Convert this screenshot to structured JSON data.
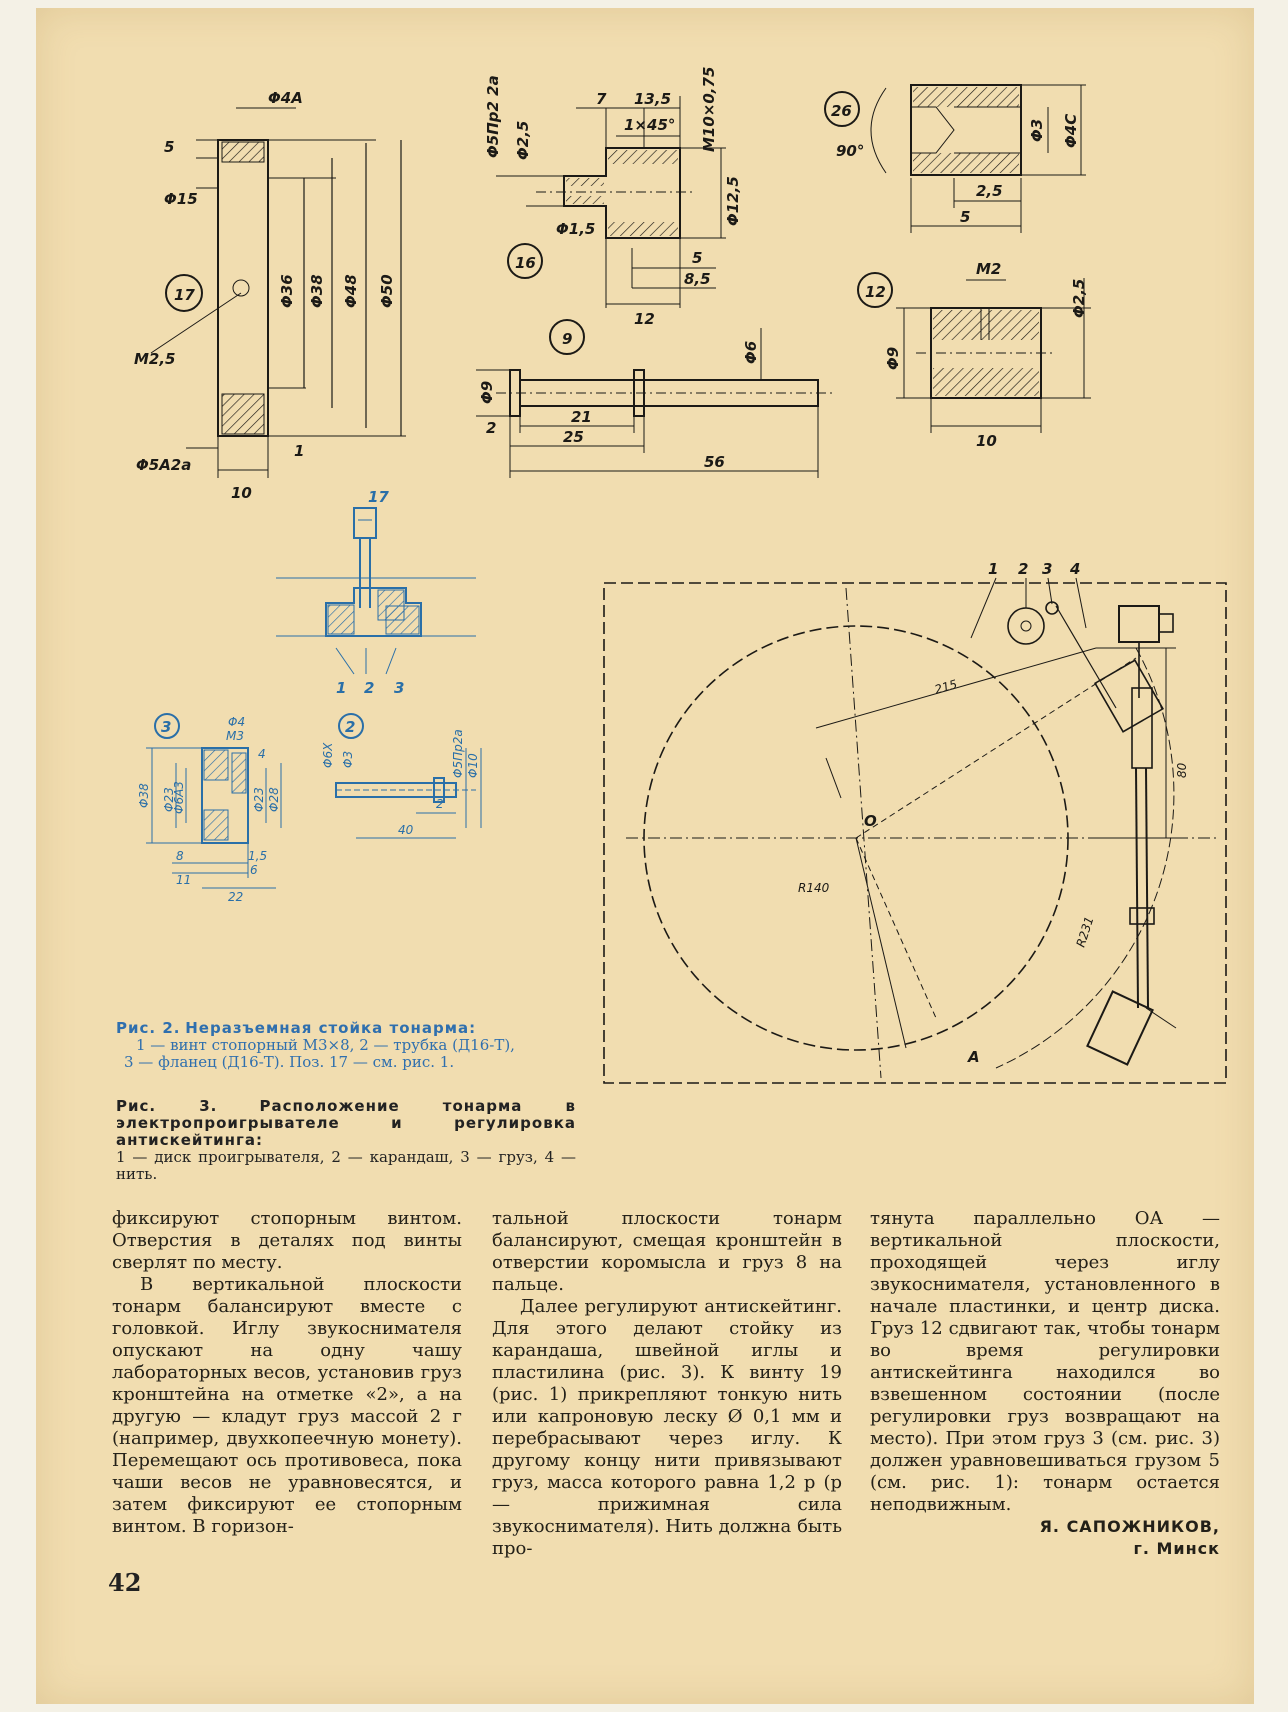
{
  "figure_labels": {
    "fig17": {
      "num": "17",
      "dims": [
        "Φ4А",
        "5",
        "Φ15",
        "Φ36",
        "Φ38",
        "Φ48",
        "Φ50",
        "М2,5",
        "1",
        "Φ5А2а",
        "10"
      ]
    },
    "fig16": {
      "num": "16",
      "dims": [
        "Φ5Пр2 2а",
        "Φ2,5",
        "7",
        "13,5",
        "1×45°",
        "М10×0,75",
        "Φ12,5",
        "Φ1,5",
        "5",
        "8,5",
        "12"
      ]
    },
    "fig26": {
      "num": "26",
      "dims": [
        "90°",
        "Φ3",
        "Φ4С",
        "2,5",
        "5"
      ]
    },
    "fig9": {
      "num": "9",
      "dims": [
        "Φ9",
        "Φ6",
        "2",
        "21",
        "25",
        "56"
      ]
    },
    "fig12": {
      "num": "12",
      "dims": [
        "М2",
        "Φ2,5",
        "Φ9",
        "10"
      ]
    },
    "fig2": {
      "top_label": "17",
      "parts": [
        "1",
        "2",
        "3"
      ],
      "left_num": "3",
      "right_num": "2",
      "dims": [
        "Φ4",
        "М3",
        "Φ38",
        "Φ23",
        "Φ6А3",
        "4",
        "Φ23",
        "Φ28",
        "1,5",
        "6",
        "8",
        "11",
        "22",
        "Φ6Х",
        "Φ3",
        "Φ5Пр2а",
        "Φ10",
        "2",
        "40"
      ]
    },
    "fig3": {
      "callouts": [
        "1",
        "2",
        "3",
        "4"
      ],
      "dims": [
        "215",
        "80",
        "О",
        "R140",
        "R231",
        "А"
      ]
    }
  },
  "captions": {
    "fig2": {
      "prefix": "Рис. 2.",
      "title": "Неразъемная стойка тонарма:",
      "line2": "1 — винт стопорный М3×8, 2 — трубка (Д16-Т),",
      "line3": "3 — фланец (Д16-Т). Поз. 17 — см. рис. 1."
    },
    "fig3": {
      "prefix": "Рис. 3.",
      "title": "Расположение тонарма в электропроигрывателе и регулировка антискейтинга:",
      "line2": "1 — диск проигрывателя, 2 — карандаш, 3 — груз, 4 — нить."
    }
  },
  "body": {
    "col1": {
      "p1": "фиксируют стопорным винтом. Отверстия в деталях под винты сверлят по месту.",
      "p2": "В вертикальной плоскости тонарм балансируют вместе с головкой. Иглу звукоснимателя опускают на одну чашу лабораторных весов, установив груз кронштейна на отметке «2», а на другую — кладут груз массой 2 г (например, двухкопеечную монету). Перемещают ось противовеса, пока чаши весов не уравновесятся, и затем фиксируют ее стопорным винтом. В горизон-"
    },
    "col2": {
      "p1": "тальной плоскости тонарм балансируют, смещая кронштейн в отверстии коромысла и груз 8 на пальце.",
      "p2": "Далее регулируют антискейтинг. Для этого делают стойку из карандаша, швейной иглы и пластилина (рис. 3). К винту 19 (рис. 1) прикрепляют тонкую нить или капроновую леску Ø 0,1 мм и перебрасывают через иглу. К другому концу нити привязывают груз, масса которого равна 1,2 р (р — прижимная сила звукоснимателя). Нить должна быть про-"
    },
    "col3": {
      "p1": "тянута параллельно ОА — вертикальной плоскости, проходящей через иглу звукоснимателя, установленного в начале пластинки, и центр диска. Груз 12 сдвигают так, чтобы тонарм во время регулировки антискейтинга находился во взвешенном состоянии (после регулировки груз возвращают на место). При этом груз 3 (см. рис. 3) должен уравновешиваться грузом 5 (см. рис. 1): тонарм остается неподвижным.",
      "author": "Я. САПОЖНИКОВ,",
      "city": "г. Минск"
    }
  },
  "page_number": "42"
}
